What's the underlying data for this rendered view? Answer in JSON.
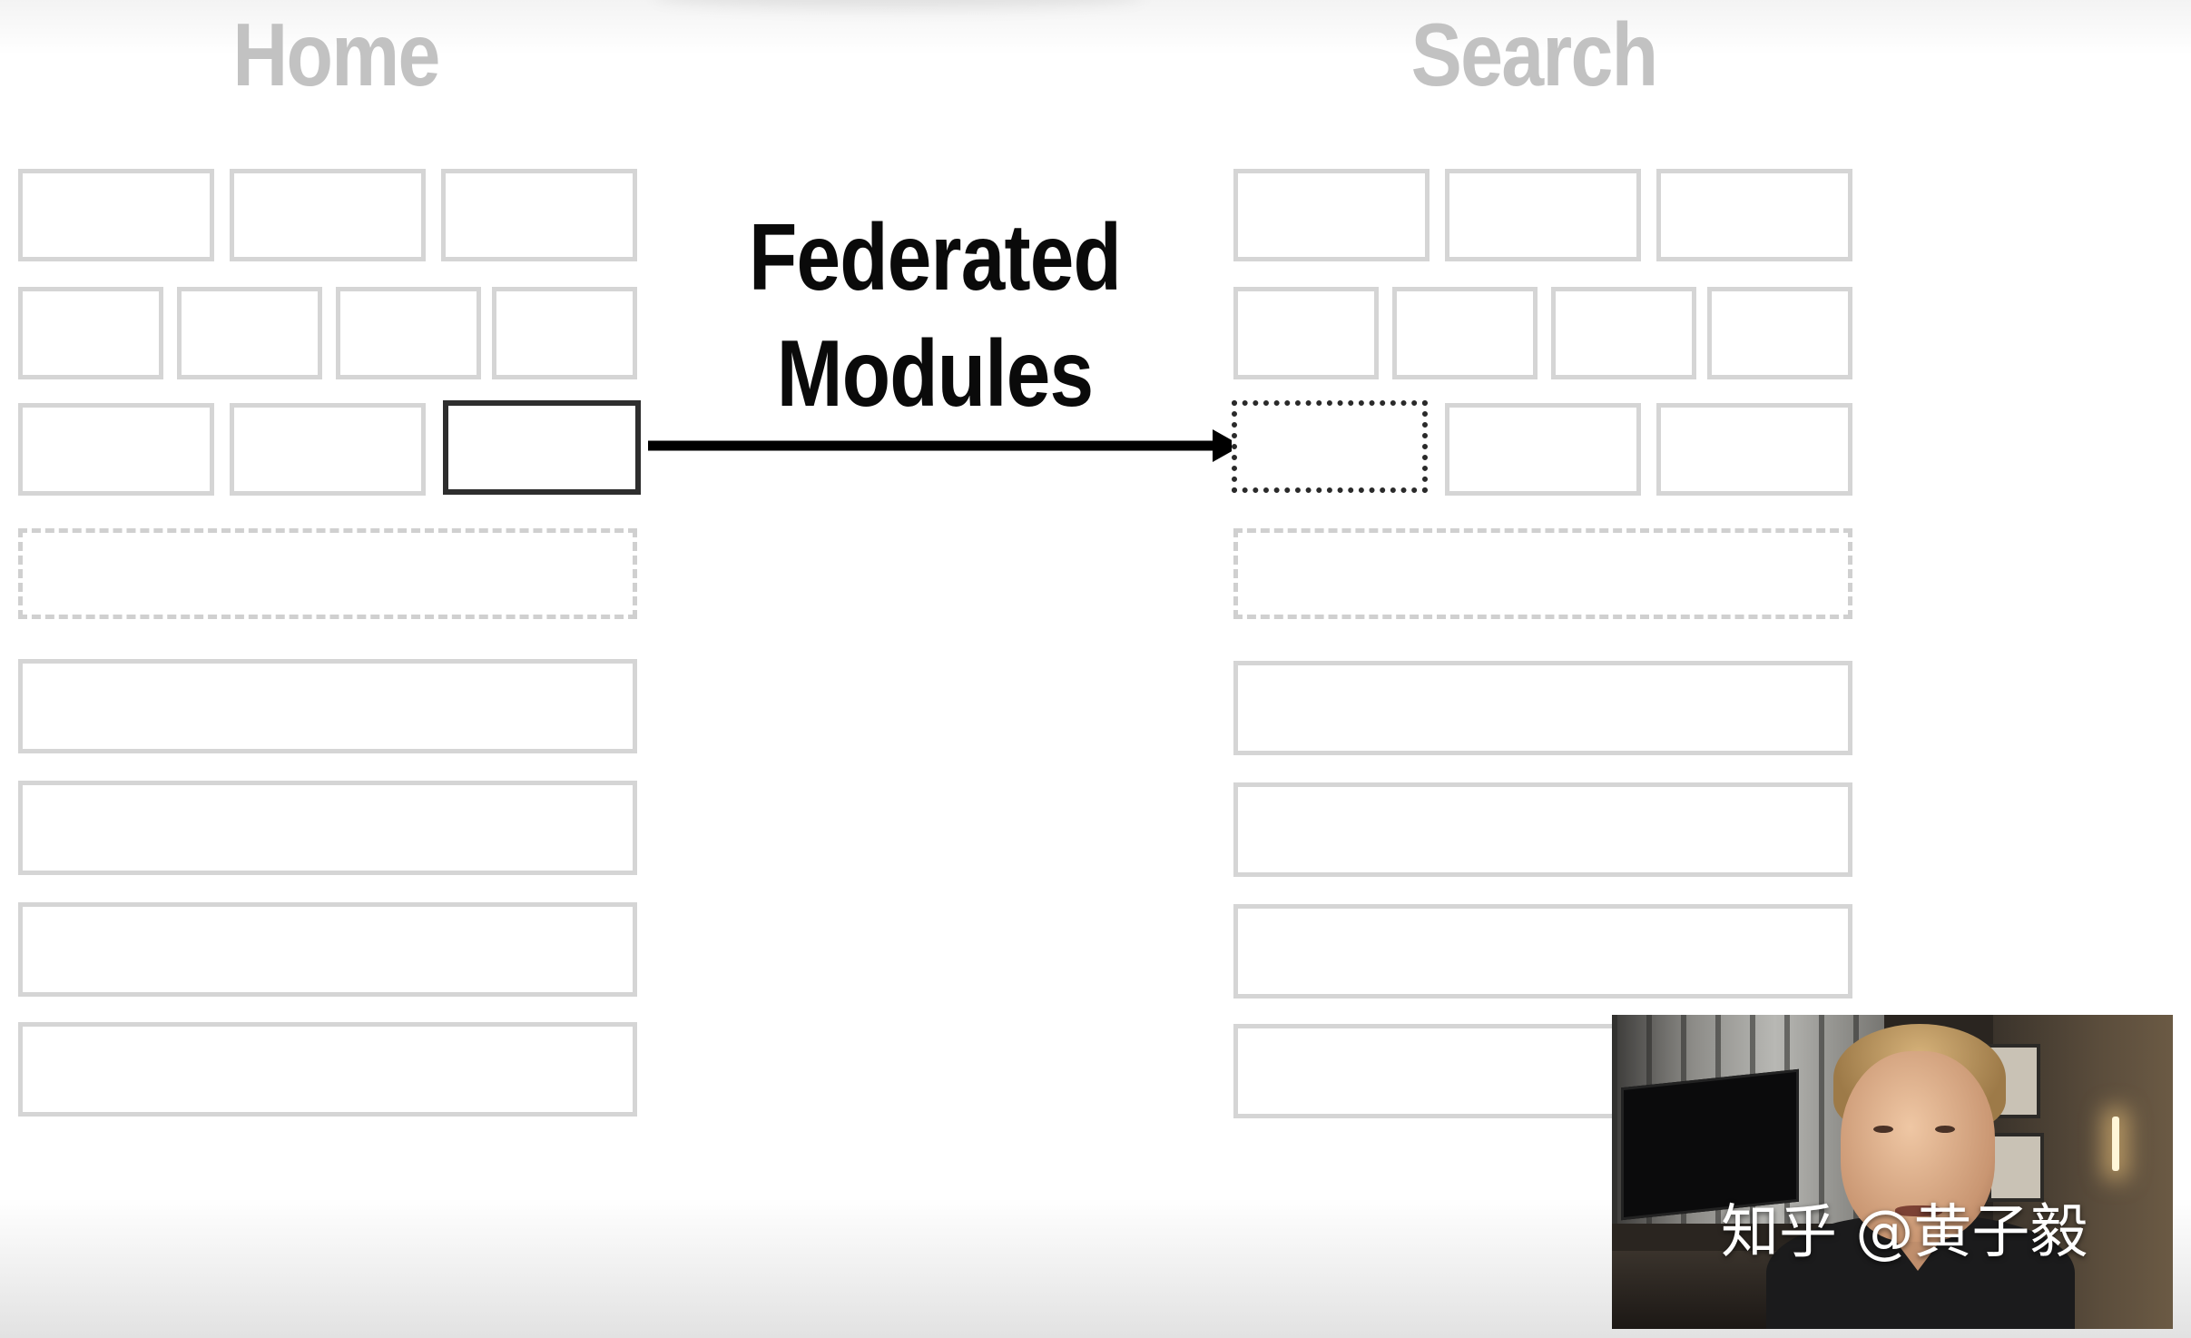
{
  "home": {
    "title": "Home"
  },
  "search": {
    "title": "Search"
  },
  "label": {
    "line1": "Federated",
    "line2": "Modules"
  },
  "watermark": "知乎 @黄子毅",
  "colors": {
    "title_gray": "#c2c2c2",
    "box_border": "#d5d5d5",
    "highlight_border": "#2e2e2e",
    "arrow": "#000000"
  }
}
